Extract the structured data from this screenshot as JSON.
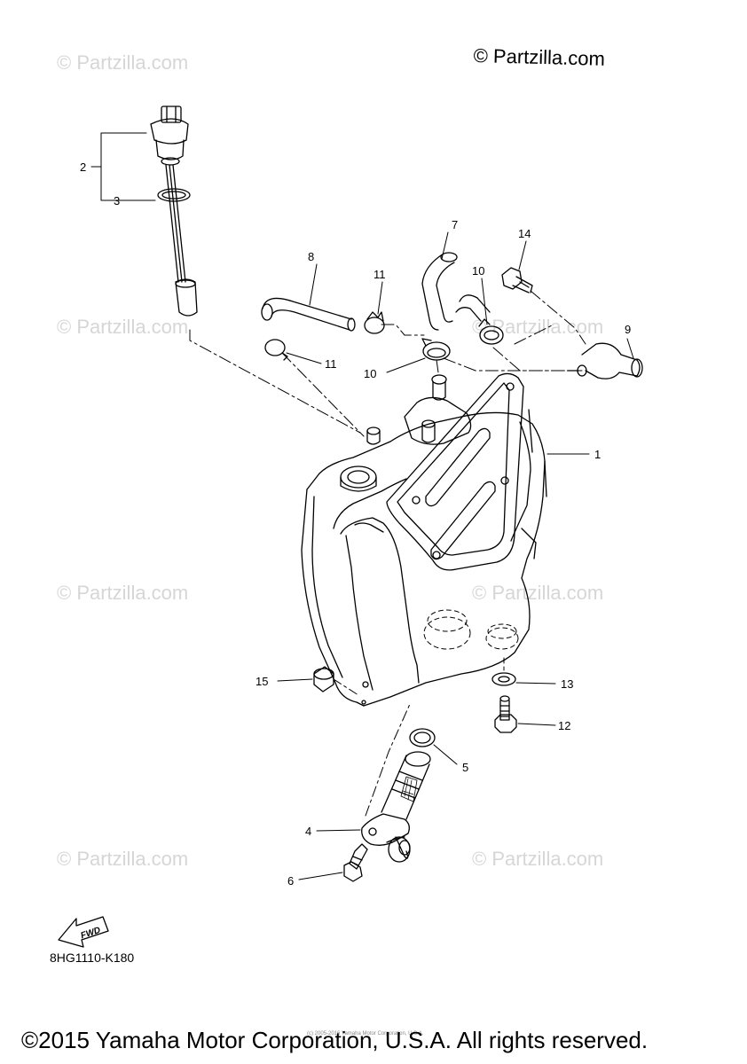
{
  "watermark": "© Partzilla.com",
  "brand_mark": "© Partzilla.com",
  "diagram_code": "8HG1110-K180",
  "fwd_label": "FWD",
  "fine_print": "(c) 2005-2016 Yamaha Motor Corporation, U.S.A.",
  "copyright": "©2015 Yamaha Motor Corporation, U.S.A. All rights reserved.",
  "callouts": {
    "c1": "1",
    "c2": "2",
    "c3": "3",
    "c4": "4",
    "c5": "5",
    "c6": "6",
    "c7": "7",
    "c8": "8",
    "c9": "9",
    "c10a": "10",
    "c10b": "10",
    "c11a": "11",
    "c11b": "11",
    "c12": "12",
    "c13": "13",
    "c14": "14",
    "c15": "15"
  }
}
